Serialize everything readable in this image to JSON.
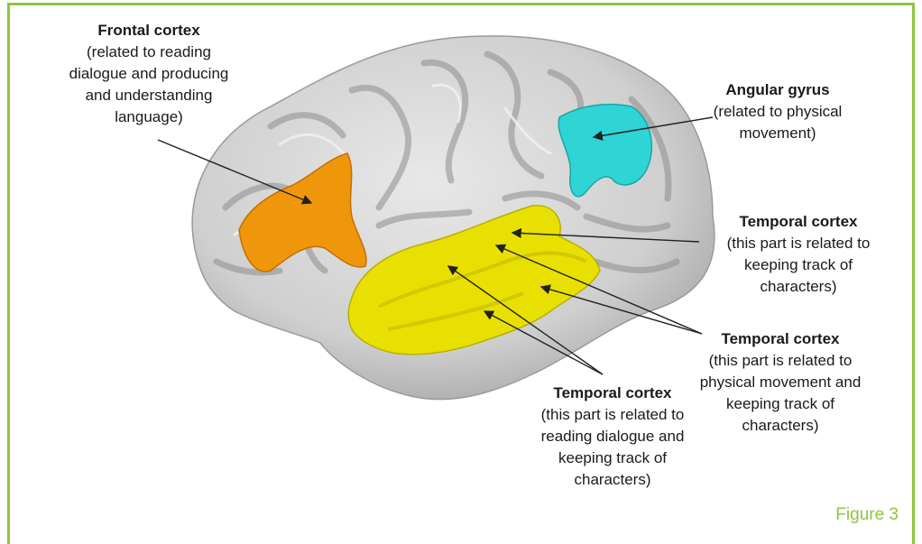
{
  "labels": {
    "frontal": {
      "title": "Frontal cortex",
      "desc": "(related to reading\ndialogue and producing\nand understanding\nlanguage)"
    },
    "angular": {
      "title": "Angular gyrus",
      "desc": "(related to physical\nmovement)"
    },
    "temporal_upper": {
      "title": "Temporal cortex",
      "desc": "(this part is related to\nkeeping track of\ncharacters)"
    },
    "temporal_middle": {
      "title": "Temporal cortex",
      "desc": "(this part is related to\nphysical movement and\nkeeping track of\ncharacters)"
    },
    "temporal_lower": {
      "title": "Temporal cortex",
      "desc": "(this part is related to\nreading dialogue and\nkeeping track of\ncharacters)"
    }
  },
  "figure_label": "Figure 3",
  "colors": {
    "frame": "#8cc63f",
    "frontal_region": "#f0960a",
    "angular_region": "#2fd4d4",
    "temporal_region": "#e8e000",
    "brain_surface": "#d4d4d4",
    "brain_sulci": "#8e8e8e"
  }
}
